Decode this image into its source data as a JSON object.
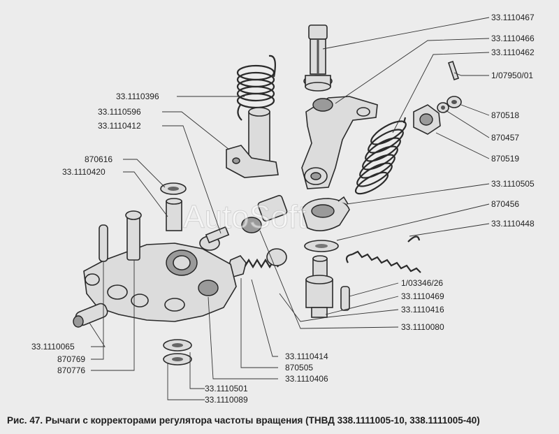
{
  "watermark": "AutoSoft",
  "caption": "Рис. 47. Рычаги с корректорами регулятора частоты вращения (ТНВД 338.1111005-10, 338.1111005-40)",
  "labels": {
    "p33_1110467": "33.1110467",
    "p33_1110466": "33.1110466",
    "p33_1110462": "33.1110462",
    "p1_07950_01": "1/07950/01",
    "p870518": "870518",
    "p870457": "870457",
    "p870519": "870519",
    "p33_1110505": "33.1110505",
    "p870456": "870456",
    "p33_1110448": "33.1110448",
    "p1_03346_26": "1/03346/26",
    "p33_1110469": "33.1110469",
    "p33_1110416": "33.1110416",
    "p33_1110080": "33.1110080",
    "p33_1110396": "33.1110396",
    "p33_1110596": "33.1110596",
    "p33_1110412": "33.1110412",
    "p870616": "870616",
    "p33_1110420": "33.1110420",
    "p33_1110065": "33.1110065",
    "p870769": "870769",
    "p870776": "870776",
    "p33_1110414": "33.1110414",
    "p870505": "870505",
    "p33_1110406": "33.1110406",
    "p33_1110501": "33.1110501",
    "p33_1110089": "33.1110089"
  }
}
